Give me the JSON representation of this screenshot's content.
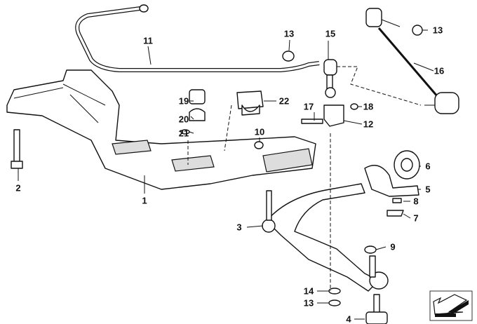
{
  "diagram": {
    "title": "Front axle carrier, stabilizer bar and control arm exploded view",
    "callouts": [
      {
        "id": "c11",
        "label": "11"
      },
      {
        "id": "c13a",
        "label": "13"
      },
      {
        "id": "c15",
        "label": "15"
      },
      {
        "id": "c13b",
        "label": "13"
      },
      {
        "id": "c16",
        "label": "16"
      },
      {
        "id": "c19",
        "label": "19"
      },
      {
        "id": "c22",
        "label": "22"
      },
      {
        "id": "c20",
        "label": "20"
      },
      {
        "id": "c21",
        "label": "21"
      },
      {
        "id": "c17",
        "label": "17"
      },
      {
        "id": "c18",
        "label": "18"
      },
      {
        "id": "c12",
        "label": "12"
      },
      {
        "id": "c10",
        "label": "10"
      },
      {
        "id": "c2",
        "label": "2"
      },
      {
        "id": "c1",
        "label": "1"
      },
      {
        "id": "c6",
        "label": "6"
      },
      {
        "id": "c5",
        "label": "5"
      },
      {
        "id": "c8",
        "label": "8"
      },
      {
        "id": "c7",
        "label": "7"
      },
      {
        "id": "c3",
        "label": "3"
      },
      {
        "id": "c9",
        "label": "9"
      },
      {
        "id": "c14",
        "label": "14"
      },
      {
        "id": "c13c",
        "label": "13"
      },
      {
        "id": "c4",
        "label": "4"
      }
    ],
    "direction_icon": "left-down-arrow-icon"
  }
}
